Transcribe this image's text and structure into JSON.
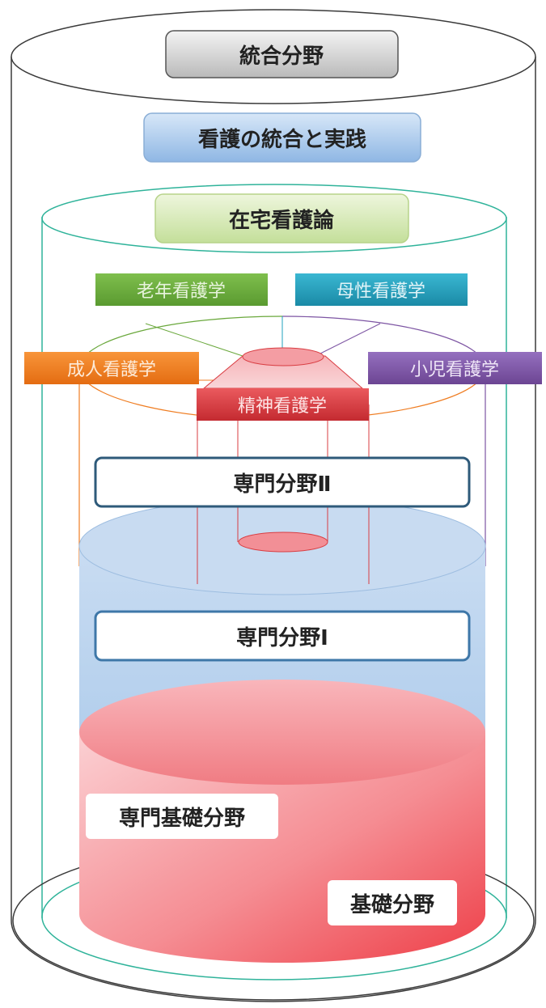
{
  "diagram": {
    "outer_cylinder": {
      "label": "統合分野"
    },
    "integration_practice": {
      "label": "看護の統合と実践"
    },
    "inner_cylinder": {
      "label": "在宅看護論"
    },
    "specialty_fields": {
      "geriatric": {
        "label": "老年看護学",
        "color": "#6aa83c"
      },
      "maternal": {
        "label": "母性看護学",
        "color": "#1fa0bd"
      },
      "adult": {
        "label": "成人看護学",
        "color": "#ef7d22"
      },
      "pediatric": {
        "label": "小児看護学",
        "color": "#7d55a3"
      },
      "psychiatric": {
        "label": "精神看護学",
        "color": "#d93d42"
      }
    },
    "specialty_2": {
      "label": "専門分野Ⅱ"
    },
    "specialty_1": {
      "label": "専門分野Ⅰ"
    },
    "specialty_foundation": {
      "label": "専門基礎分野"
    },
    "foundation": {
      "label": "基礎分野"
    },
    "colors": {
      "outer_outline": "#3a3a3a",
      "inner_outline": "#2fb39a",
      "blue_fill": "#b8d3ef",
      "red_fill": "#f05a60",
      "box_outline": "#2e5a7a"
    }
  }
}
